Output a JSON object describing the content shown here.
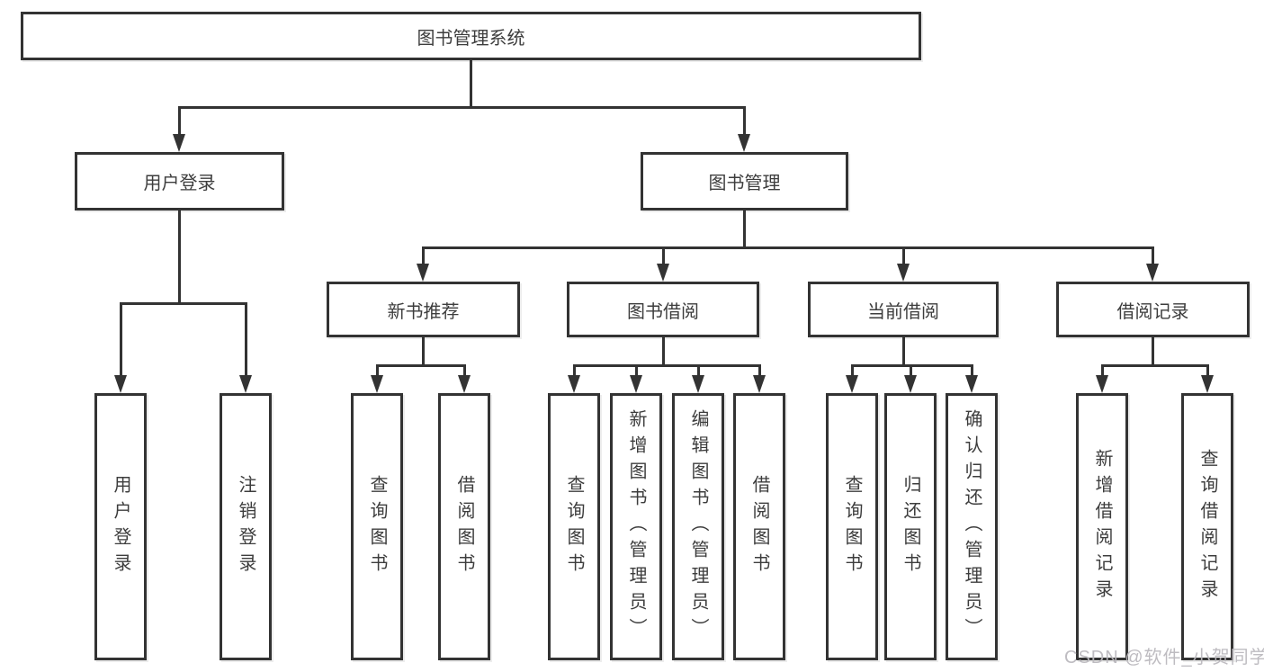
{
  "diagram": {
    "tree": {
      "label": "图书管理系统",
      "children": [
        {
          "label": "用户登录",
          "children": [
            {
              "label": "用户登录"
            },
            {
              "label": "注销登录"
            }
          ]
        },
        {
          "label": "图书管理",
          "children": [
            {
              "label": "新书推荐",
              "children": [
                {
                  "label": "查询图书"
                },
                {
                  "label": "借阅图书"
                }
              ]
            },
            {
              "label": "图书借阅",
              "children": [
                {
                  "label": "查询图书"
                },
                {
                  "label": "新增图书（管理员）"
                },
                {
                  "label": "编辑图书（管理员）"
                },
                {
                  "label": "借阅图书"
                }
              ]
            },
            {
              "label": "当前借阅",
              "children": [
                {
                  "label": "查询图书"
                },
                {
                  "label": "归还图书"
                },
                {
                  "label": "确认归还（管理员）"
                }
              ]
            },
            {
              "label": "借阅记录",
              "children": [
                {
                  "label": "新增借阅记录"
                },
                {
                  "label": "查询借阅记录"
                }
              ]
            }
          ]
        }
      ]
    }
  },
  "watermark": {
    "text": "CSDN @软件_小贺同学"
  },
  "colors": {
    "line": "#333333",
    "text": "#3d3d3d",
    "background": "#ffffff",
    "watermark": "#bbb8be"
  }
}
